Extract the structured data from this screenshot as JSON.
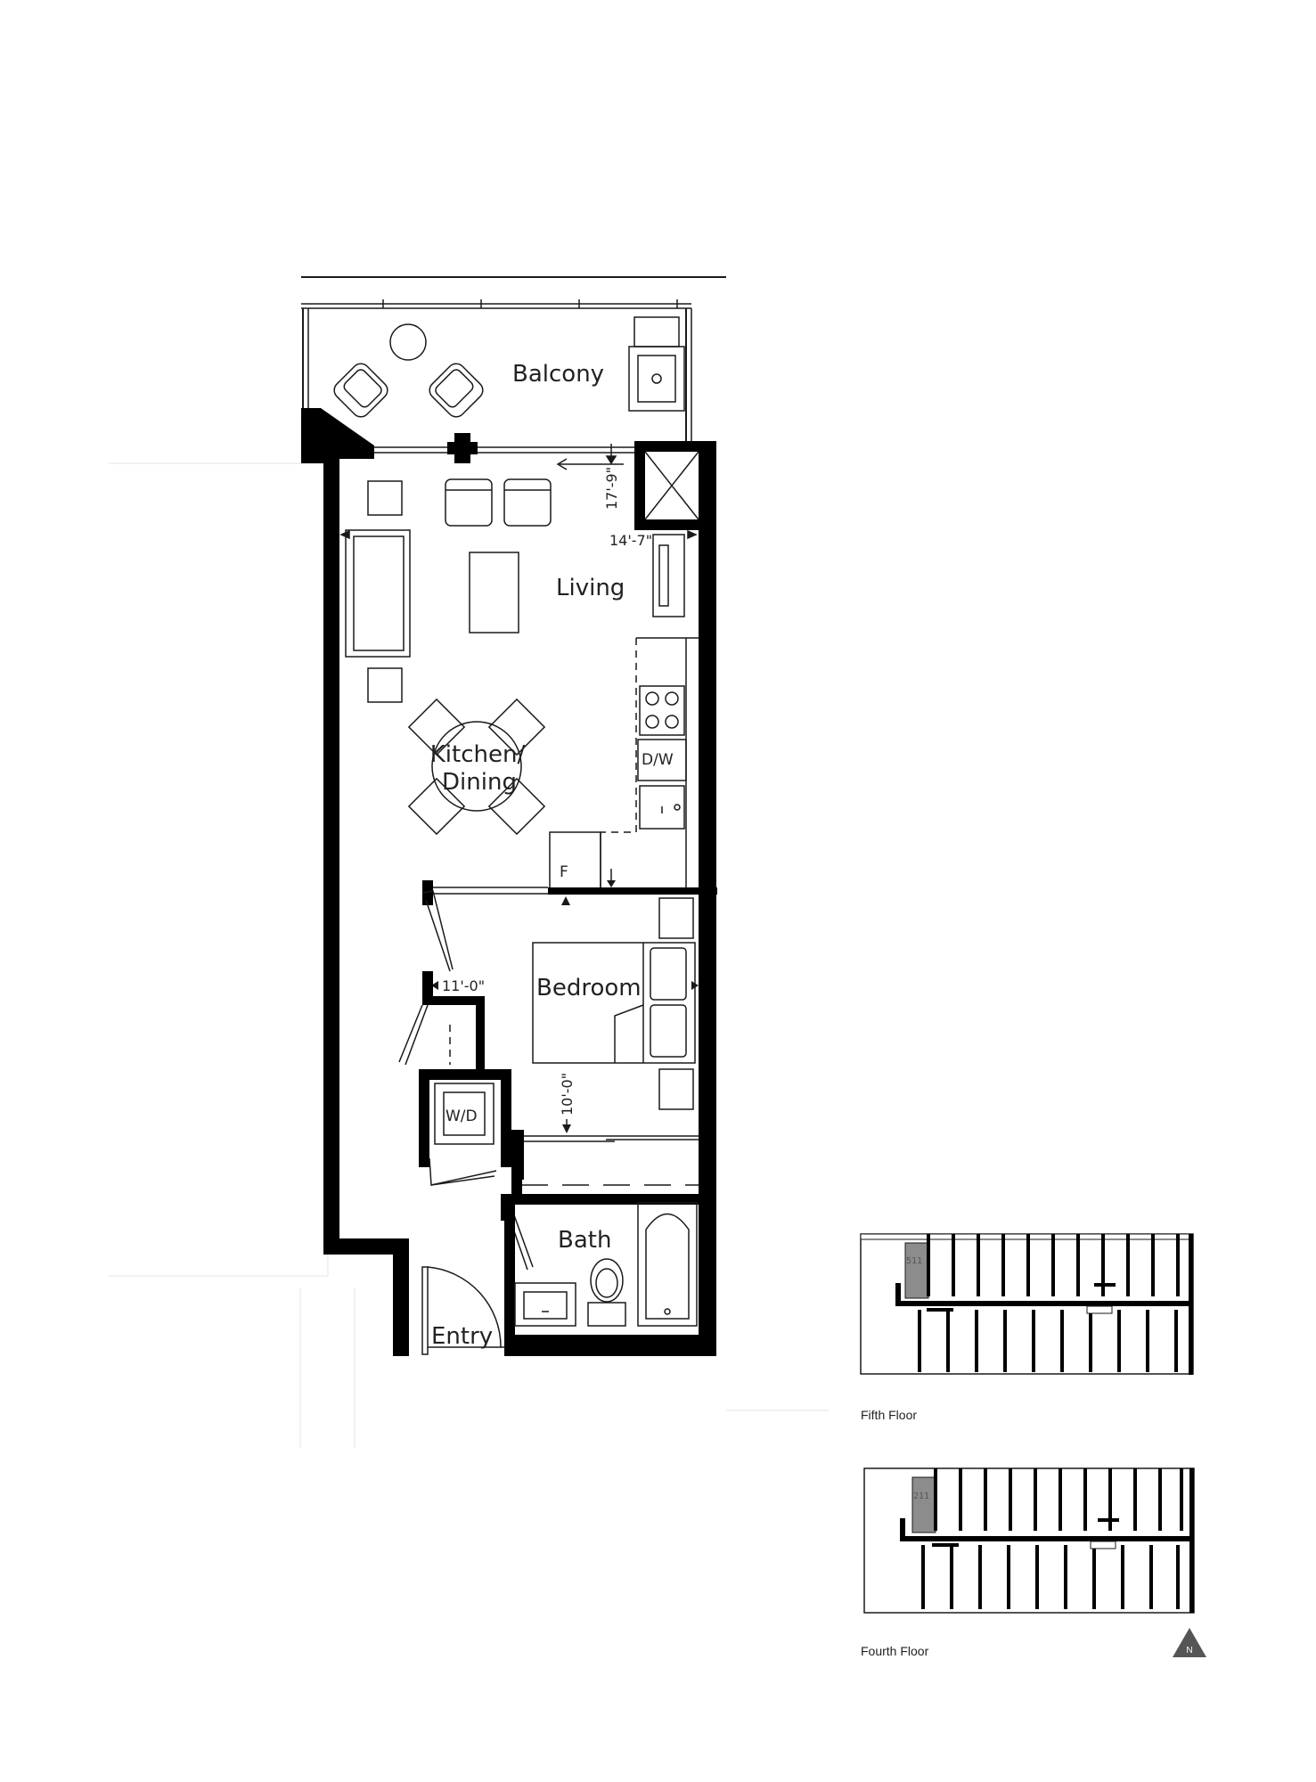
{
  "rooms": {
    "balcony": "Balcony",
    "living": "Living",
    "kitchen_line1": "Kitchen/",
    "kitchen_line2": "Dining",
    "bedroom": "Bedroom",
    "bath": "Bath",
    "entry": "Entry"
  },
  "fixtures": {
    "dishwasher": "D/W",
    "fridge": "F",
    "washer_dryer": "W/D"
  },
  "dimensions": {
    "living_depth": "17'-9\"",
    "living_width": "14'-7\"",
    "bedroom_width": "11'-0\"",
    "bedroom_depth": "10'-0\""
  },
  "key_plans": [
    {
      "label": "Fifth Floor",
      "unit": "511"
    },
    {
      "label": "Fourth Floor",
      "unit": "211"
    }
  ],
  "north_arrow": "N",
  "colors": {
    "wall": "#000000",
    "line": "#1a1a1a",
    "highlight": "#8c8c8c"
  }
}
